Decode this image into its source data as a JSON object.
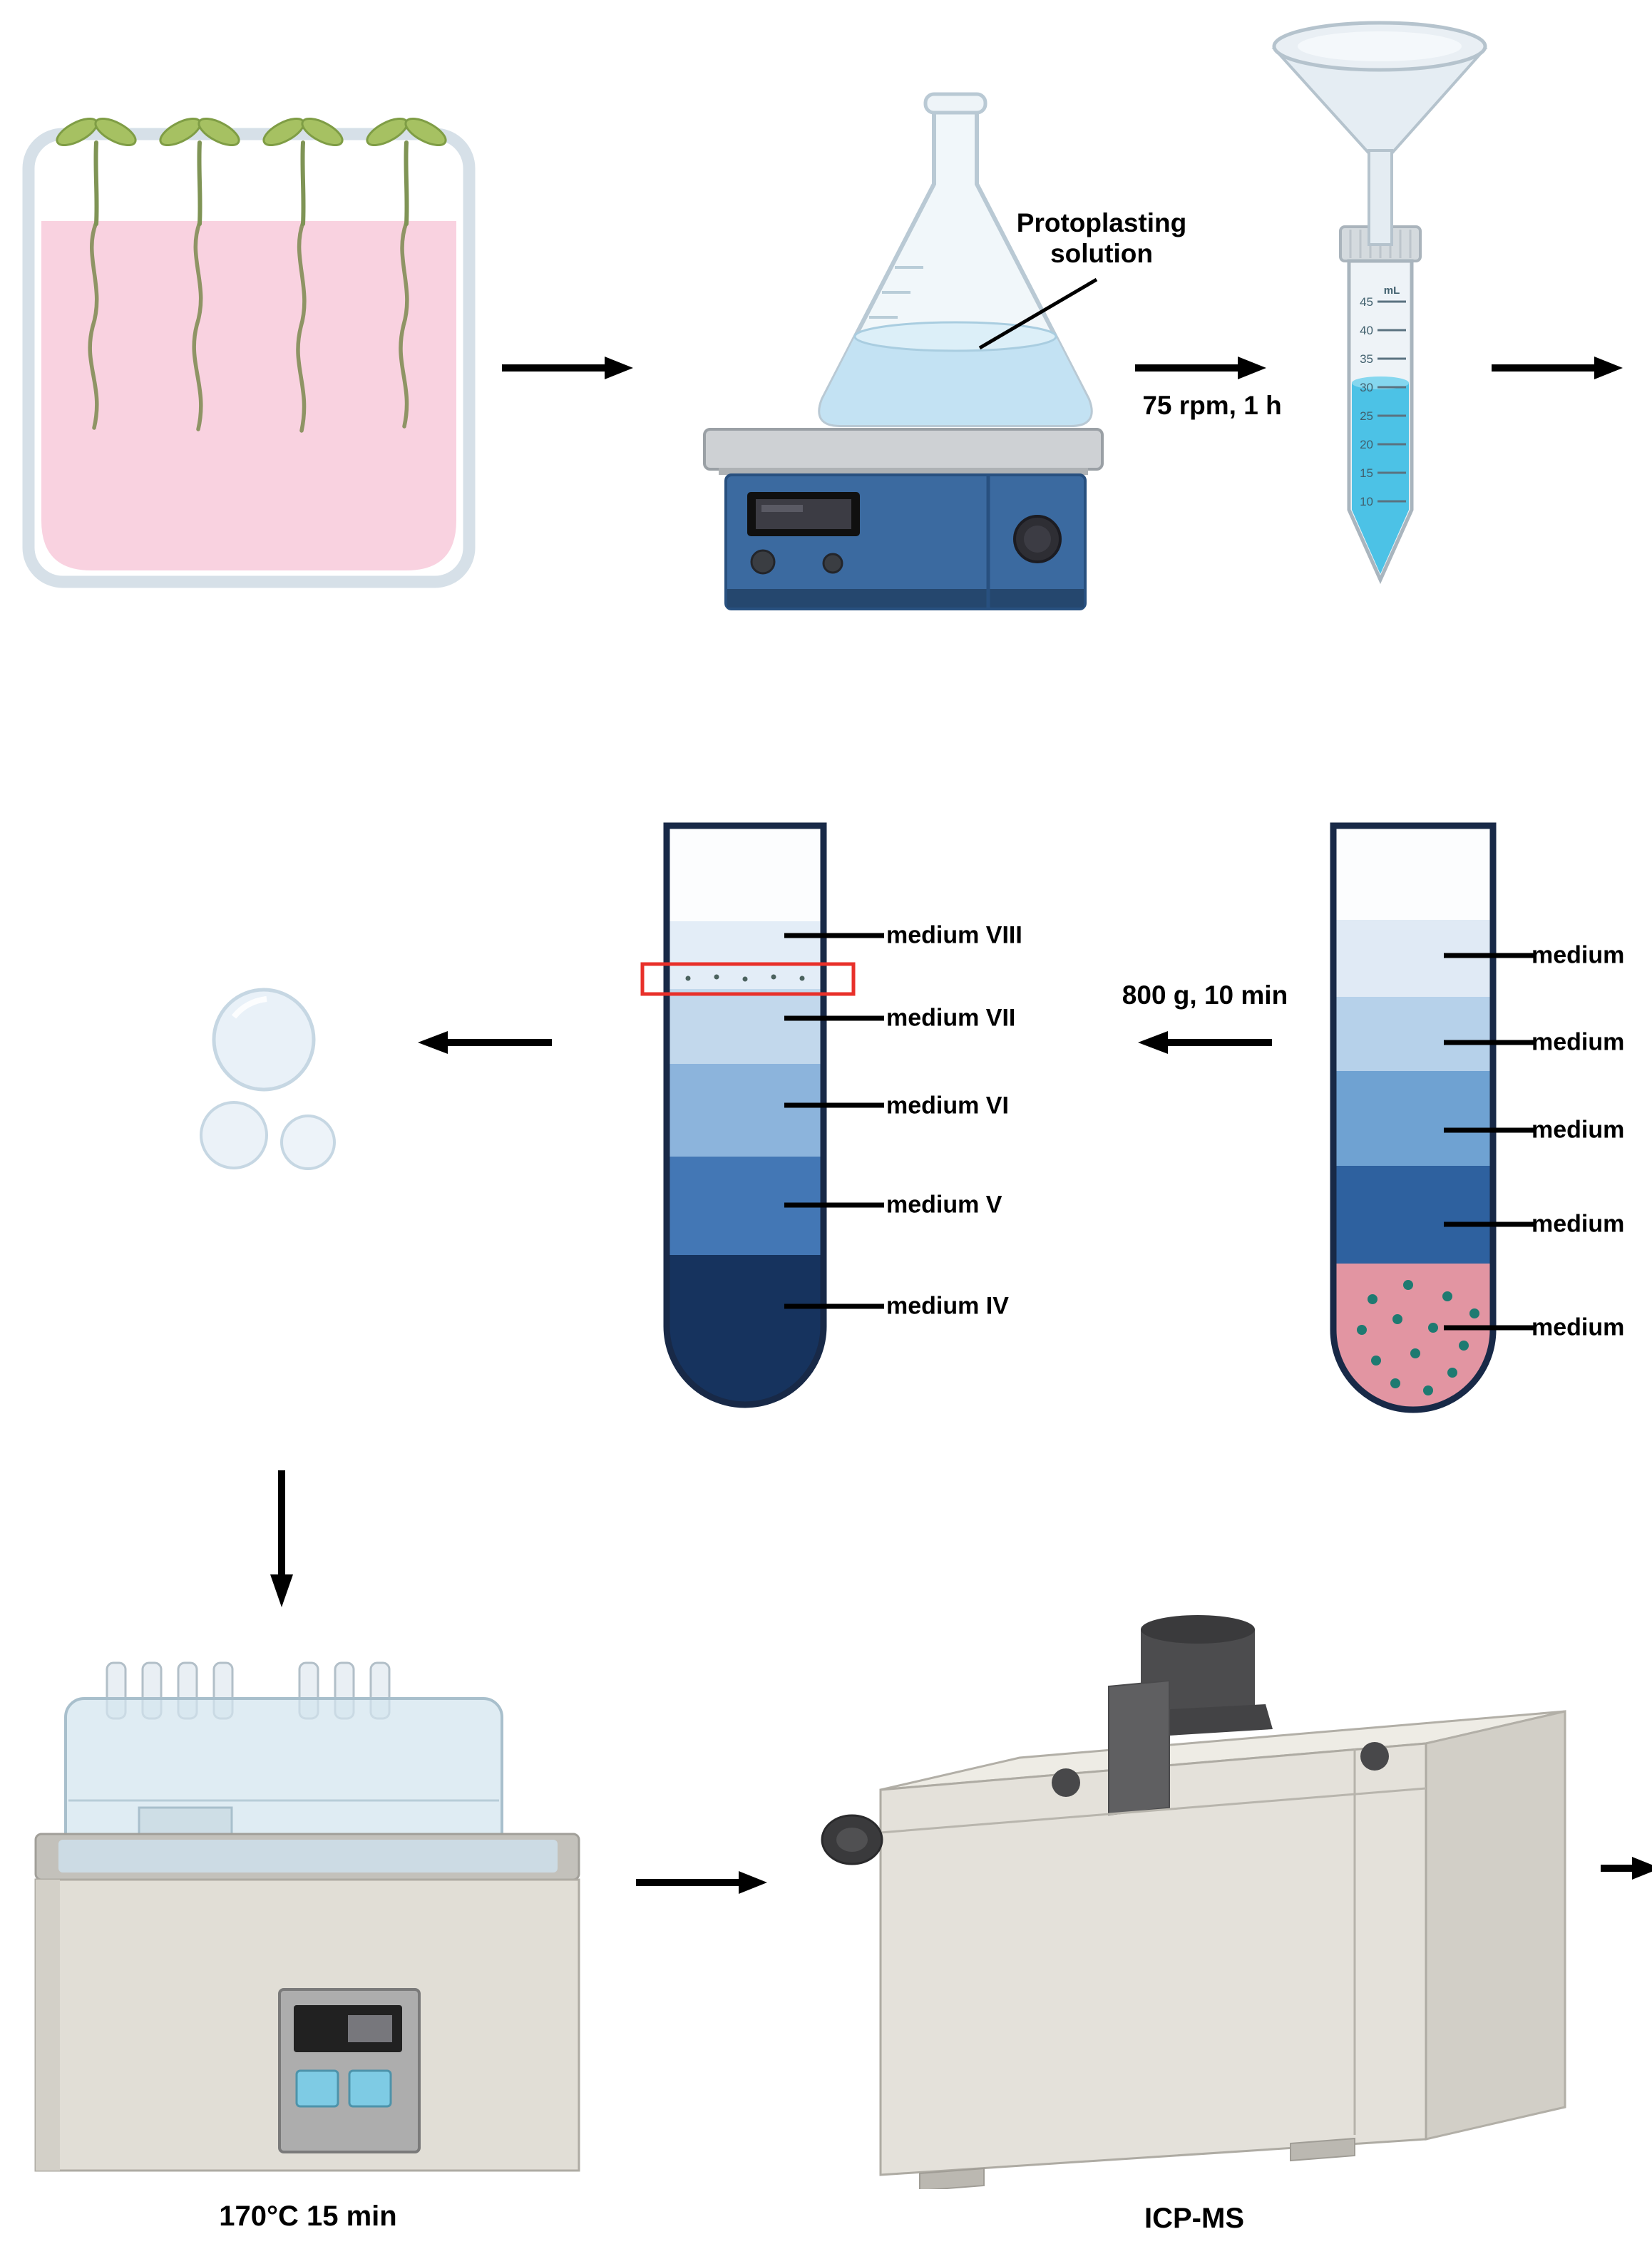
{
  "labels": {
    "protoplasting_line1": "Protoplasting",
    "protoplasting_line2": "solution",
    "shaking_condition": "75 rpm, 1 h",
    "centrifugation_condition": "800 g, 10 min",
    "digestion_condition": "170°C 15 min",
    "instrument": "ICP-MS"
  },
  "tube_after_centrifugation": {
    "layers": [
      {
        "label": "medium VIII",
        "color": "#e3edf7"
      },
      {
        "label": "medium VII",
        "color": "#c2d8ec"
      },
      {
        "label": "medium VI",
        "color": "#8cb4dc"
      },
      {
        "label": "medium V",
        "color": "#4377b5"
      },
      {
        "label": "medium IV",
        "color": "#16335e"
      }
    ],
    "band_color": "#e8302a"
  },
  "tube_before_centrifugation": {
    "layers": [
      {
        "label": "medium",
        "color": "#e0eaf5"
      },
      {
        "label": "medium",
        "color": "#b6d1ea"
      },
      {
        "label": "medium",
        "color": "#6fa2d2"
      },
      {
        "label": "medium",
        "color": "#2e619f"
      },
      {
        "label": "medium",
        "color": "#e295a2"
      }
    ]
  },
  "falcon_tube": {
    "unit": "mL",
    "ticks": [
      "45",
      "40",
      "35",
      "30",
      "25",
      "20",
      "15",
      "10"
    ]
  },
  "colors": {
    "arrow": "#000000",
    "liquid_blue": "#4cc2e6",
    "medium_pink": "#f9d2e0",
    "pellet_dot": "#1e7a71"
  }
}
